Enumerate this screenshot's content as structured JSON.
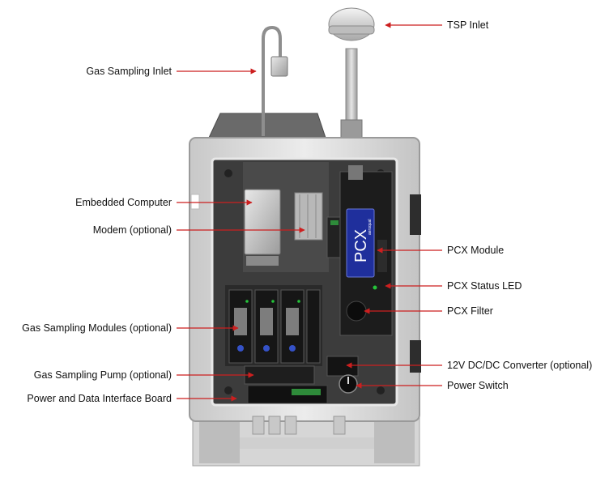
{
  "colors": {
    "pointer": "#cc1f1f",
    "enclosure": "#dcdcdc",
    "panel": "#3a3a3a",
    "pcx_badge": "#1f2f9c",
    "status_led": "#25c43a"
  },
  "device": {
    "pcx_badge_text": "PCX",
    "pcx_badge_small_text": "aeroqual"
  },
  "callouts": {
    "left": [
      {
        "id": "gas-sampling-inlet",
        "label": "Gas Sampling Inlet"
      },
      {
        "id": "embedded-computer",
        "label": "Embedded Computer"
      },
      {
        "id": "modem",
        "label": "Modem (optional)"
      },
      {
        "id": "gas-sampling-modules",
        "label": "Gas Sampling Modules (optional)"
      },
      {
        "id": "gas-sampling-pump",
        "label": "Gas Sampling Pump (optional)"
      },
      {
        "id": "power-data-board",
        "label": "Power and Data Interface Board"
      }
    ],
    "right": [
      {
        "id": "tsp-inlet",
        "label": "TSP Inlet"
      },
      {
        "id": "pcx-module",
        "label": "PCX Module"
      },
      {
        "id": "pcx-status-led",
        "label": "PCX Status LED"
      },
      {
        "id": "pcx-filter",
        "label": "PCX Filter"
      },
      {
        "id": "dcdc-converter",
        "label": "12V DC/DC Converter (optional)"
      },
      {
        "id": "power-switch",
        "label": "Power Switch"
      }
    ]
  }
}
